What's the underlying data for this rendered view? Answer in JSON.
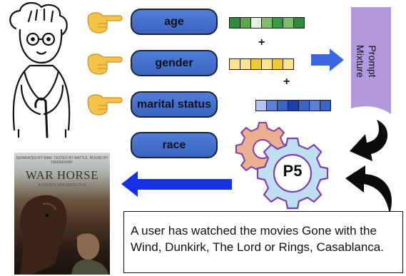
{
  "attributes": [
    "age",
    "gender",
    "marital status",
    "race"
  ],
  "operators": {
    "plus": "+"
  },
  "prompt_mixture_label": "Prompt\nMixture",
  "model_label": "P5",
  "user_history_text": "A user has watched the movies Gone with the Wind, Dunkirk, The Lord or Rings, Casablanca.",
  "poster": {
    "title": "WAR HORSE",
    "tagline": "SEPARATED BY WAR. TESTED BY BATTLE. BOUND BY FRIENDSHIP.",
    "credit": "A STEVEN SPIELBERG FILM"
  },
  "colors": {
    "attribute_pill": "#4a76d2",
    "age_vector": [
      "#2e8a3c",
      "#5aa84a",
      "#e6f1e2",
      "#7dbf6a",
      "#3a9a44",
      "#7dbf6a",
      "#2e8a3c"
    ],
    "gender_vector": [
      "#f6e58a",
      "#f6e58a",
      "#f0c830",
      "#f6e58a",
      "#f0c830",
      "#f6e58a"
    ],
    "marital_vector": [
      "#b3c4ee",
      "#5d7fd8",
      "#3d63c8",
      "#1f3fb0",
      "#3d63c8",
      "#5d7fd8",
      "#3d63c8"
    ],
    "prompt_mixture_panel": "#b39ae0",
    "forward_arrow": "#3b66e0",
    "output_arrow": "#1530e6",
    "gear_back": "#eab08f",
    "gear_front": "#bfe0f0",
    "gear_outline": "#7a3fb0"
  },
  "icons": [
    "grandmother-illustration",
    "pointing-hand-icon",
    "right-arrow-icon",
    "curved-arrow-icon",
    "gear-icon",
    "left-arrow-icon",
    "movie-poster-image"
  ]
}
